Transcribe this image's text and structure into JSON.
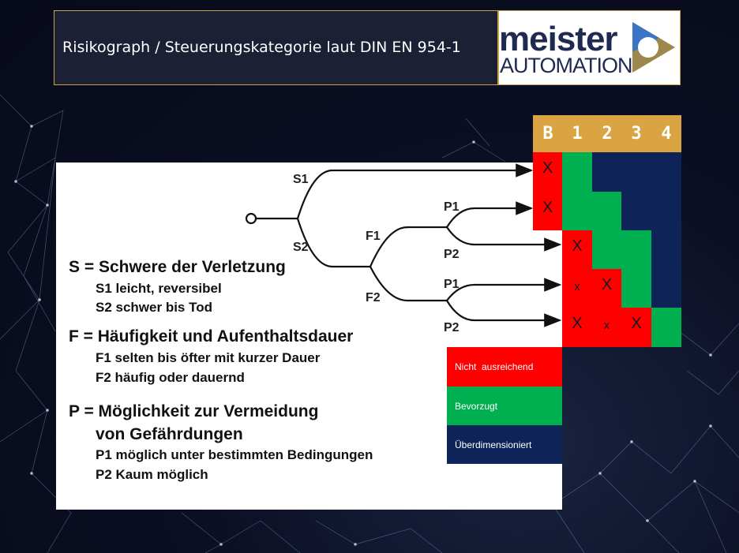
{
  "header": {
    "title": "Risikograph / Steuerungskategorie laut DIN EN 954-1",
    "logo_main": "meister",
    "logo_sub": "AUTOMATION"
  },
  "tree_labels": {
    "s1": "S1",
    "s2": "S2",
    "f1": "F1",
    "f2": "F2",
    "p1_top": "P1",
    "p2_top": "P2",
    "p1_bottom": "P1",
    "p2_bottom": "P2"
  },
  "legend": {
    "s_head": "S = Schwere der Verletzung",
    "s1": "S1 leicht, reversibel",
    "s2": "S2 schwer bis Tod",
    "f_head": "F = Häufigkeit und Aufenthaltsdauer",
    "f1": "F1 selten bis öfter mit kurzer Dauer",
    "f2": "F2 häufig oder dauernd",
    "p_head": "P = Möglichkeit zur Vermeidung",
    "p_head2": "von Gefährdungen",
    "p1": "P1 möglich unter bestimmten Bedingungen",
    "p2": "P2 Kaum möglich"
  },
  "categories": [
    "B",
    "1",
    "2",
    "3",
    "4"
  ],
  "matrix": [
    [
      "red",
      "green",
      "blue",
      "blue",
      "blue"
    ],
    [
      "red",
      "green",
      "green",
      "blue",
      "blue"
    ],
    [
      "empty",
      "red",
      "green",
      "green",
      "blue"
    ],
    [
      "empty",
      "red",
      "red",
      "green",
      "blue"
    ],
    [
      "empty",
      "red",
      "red",
      "red",
      "green"
    ]
  ],
  "marks": [
    [
      "X",
      "",
      "",
      "",
      ""
    ],
    [
      "X",
      "",
      "",
      "",
      ""
    ],
    [
      "",
      "X",
      "",
      "",
      ""
    ],
    [
      "",
      "x",
      "X",
      "",
      ""
    ],
    [
      "",
      "X",
      "x",
      "X",
      ""
    ]
  ],
  "key": [
    {
      "label": "Nicht  ausreichend",
      "color": "#ff0000"
    },
    {
      "label": "Bevorzugt",
      "color": "#00b050"
    },
    {
      "label": "Überdimensioniert",
      "color": "#0e2459"
    }
  ]
}
